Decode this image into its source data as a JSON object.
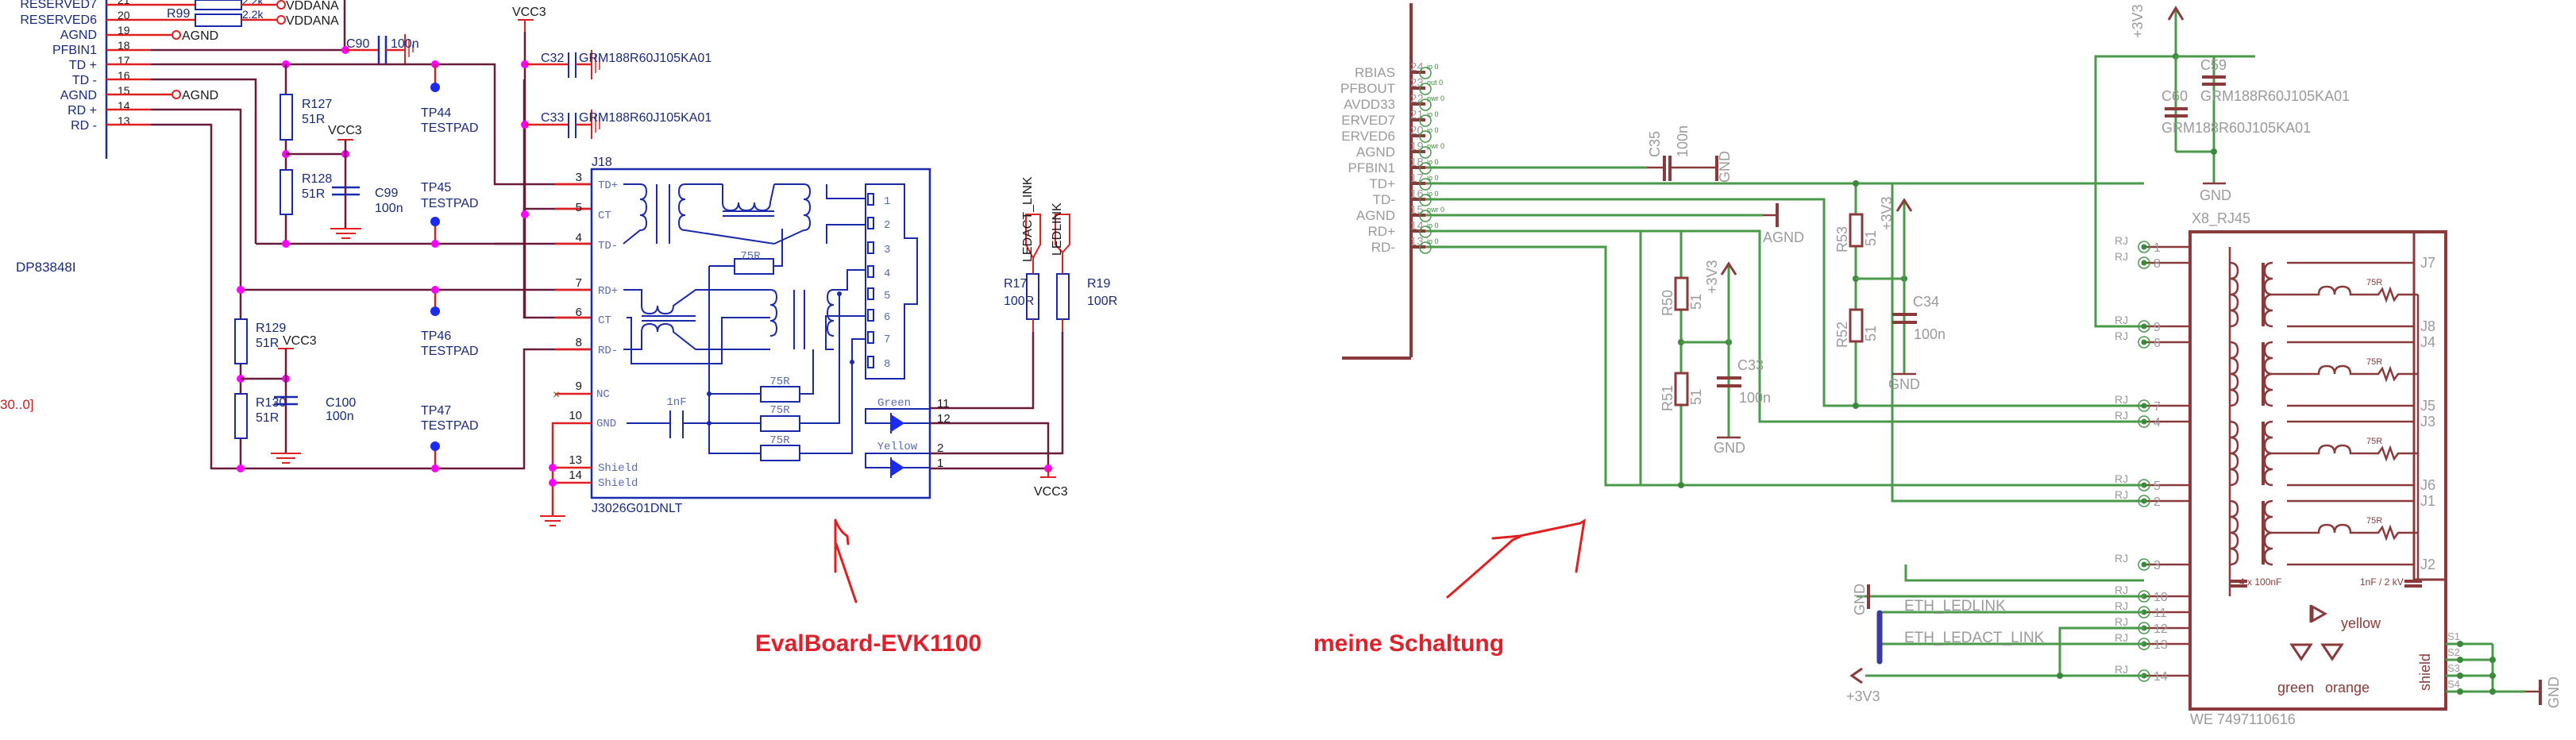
{
  "eval_board": {
    "ic_name": "DP83848I",
    "bus_label": "30..0]",
    "pins": [
      {
        "name": "RESERVED7",
        "num": "21"
      },
      {
        "name": "RESERVED6",
        "num": "20"
      },
      {
        "name": "AGND",
        "num": "19",
        "net": "AGND"
      },
      {
        "name": "PFBIN1",
        "num": "18"
      },
      {
        "name": "TD +",
        "num": "17"
      },
      {
        "name": "TD -",
        "num": "16"
      },
      {
        "name": "AGND",
        "num": "15",
        "net": "AGND"
      },
      {
        "name": "RD +",
        "num": "14"
      },
      {
        "name": "RD -",
        "num": "13"
      }
    ],
    "r99": {
      "ref": "R99",
      "value": "2.2k",
      "net": "VDDANA"
    },
    "r98": {
      "value": "2.2k",
      "net": "VDDANA"
    },
    "c90": {
      "ref": "C90",
      "value": "100n"
    },
    "vcc3": "VCC3",
    "c32": {
      "ref": "C32",
      "value": "GRM188R60J105KA01"
    },
    "c33": {
      "ref": "C33",
      "value": "GRM188R60J105KA01"
    },
    "r127": {
      "ref": "R127",
      "value": "51R"
    },
    "r128": {
      "ref": "R128",
      "value": "51R"
    },
    "r129": {
      "ref": "R129",
      "value": "51R"
    },
    "r130": {
      "ref": "R130",
      "value": "51R"
    },
    "c99": {
      "ref": "C99",
      "value": "100n"
    },
    "c100": {
      "ref": "C100",
      "value": "100n"
    },
    "tp44": {
      "ref": "TP44",
      "value": "TESTPAD"
    },
    "tp45": {
      "ref": "TP45",
      "value": "TESTPAD"
    },
    "tp46": {
      "ref": "TP46",
      "value": "TESTPAD"
    },
    "tp47": {
      "ref": "TP47",
      "value": "TESTPAD"
    },
    "j18": {
      "ref": "J18",
      "part": "J3026G01DNLT",
      "left_pins": [
        {
          "num": "3",
          "name": "TD+"
        },
        {
          "num": "5",
          "name": "CT"
        },
        {
          "num": "4",
          "name": "TD-"
        },
        {
          "num": "7",
          "name": "RD+"
        },
        {
          "num": "6",
          "name": "CT"
        },
        {
          "num": "8",
          "name": "RD-"
        },
        {
          "num": "9",
          "name": "NC"
        },
        {
          "num": "10",
          "name": "GND"
        },
        {
          "num": "13",
          "name": "Shield"
        },
        {
          "num": "14",
          "name": "Shield"
        }
      ],
      "jack_pins": [
        "1",
        "2",
        "3",
        "4",
        "5",
        "6",
        "7",
        "8"
      ],
      "resistor_value": "75R",
      "cap_value": "1nF",
      "led_green": "Green",
      "led_yellow": "Yellow",
      "right_pins": [
        "11",
        "12",
        "2",
        "1"
      ]
    },
    "r17": {
      "ref": "R17",
      "value": "100R",
      "net": "LEDACT_LINK"
    },
    "r19": {
      "ref": "R19",
      "value": "100R",
      "net": "LEDLINK"
    },
    "annotation": "EvalBoard-EVK1100"
  },
  "my_circuit": {
    "pins": [
      {
        "name": "RBIAS",
        "num": "24",
        "type": "io 0"
      },
      {
        "name": "PFBOUT",
        "num": "23",
        "type": "out 0"
      },
      {
        "name": "AVDD33",
        "num": "22",
        "type": "pwr 0"
      },
      {
        "name": "ERVED7",
        "num": "21",
        "type": "io 0"
      },
      {
        "name": "ERVED6",
        "num": "20",
        "type": "io 0"
      },
      {
        "name": "AGND",
        "num": "19",
        "type": "pwr 0"
      },
      {
        "name": "PFBIN1",
        "num": "18",
        "type": "io 0"
      },
      {
        "name": "TD+",
        "num": "17",
        "type": "io 0"
      },
      {
        "name": "TD-",
        "num": "16",
        "type": "io 0"
      },
      {
        "name": "AGND",
        "num": "15",
        "type": "pwr 0"
      },
      {
        "name": "RD+",
        "num": "14",
        "type": "io 0"
      },
      {
        "name": "RD-",
        "num": "13",
        "type": "io 0"
      }
    ],
    "c35": {
      "ref": "C35",
      "value": "100n"
    },
    "gnd": "GND",
    "agnd": "AGND",
    "p3v3": "+3V3",
    "r50": {
      "ref": "R50",
      "value": "51"
    },
    "r51": {
      "ref": "R51",
      "value": "51"
    },
    "r52": {
      "ref": "R52",
      "value": "51"
    },
    "r53": {
      "ref": "R53",
      "value": "51"
    },
    "c33": {
      "ref": "C33",
      "value": "100n"
    },
    "c34": {
      "ref": "C34",
      "value": "100n"
    },
    "c59": {
      "ref": "C59",
      "value": "GRM188R60J105KA01"
    },
    "c60": {
      "ref": "C60",
      "value": "GRM188R60J105KA01"
    },
    "x8": {
      "ref": "X8_RJ45",
      "part": "WE 7497110616",
      "left_pins": [
        "1",
        "8",
        "9",
        "6",
        "7",
        "4",
        "5",
        "2",
        "3",
        "10",
        "11",
        "12",
        "13",
        "14"
      ],
      "right_pins": [
        "J7",
        "J8",
        "J4",
        "J5",
        "J3",
        "J6",
        "J1",
        "J2"
      ],
      "resistor_value": "75R",
      "cap_left": "4 x 100nF",
      "cap_right": "1nF / 2 kV",
      "led_yellow": "yellow",
      "led_green": "green",
      "led_orange": "orange",
      "shield": "shield",
      "shield_pins": [
        "S1",
        "S2",
        "S3",
        "S4"
      ]
    },
    "net_ledlink": "ETH_LEDLINK",
    "net_ledact": "ETH_LEDACT_LINK",
    "annotation": "meine Schaltung"
  }
}
